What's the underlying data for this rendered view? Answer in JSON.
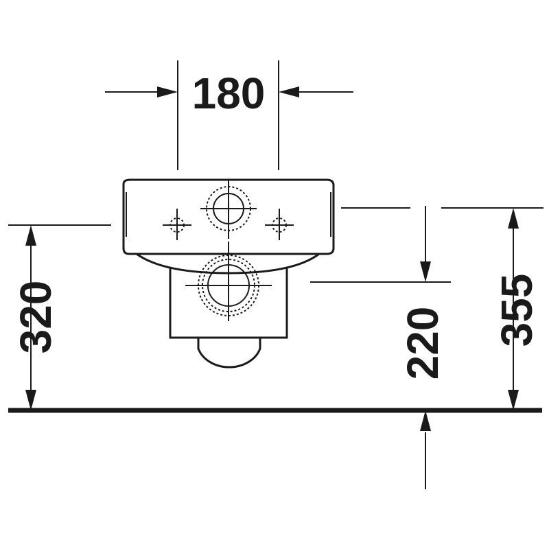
{
  "dimensions": {
    "width": "180",
    "height_left": "320",
    "height_drain": "220",
    "height_right": "355"
  }
}
